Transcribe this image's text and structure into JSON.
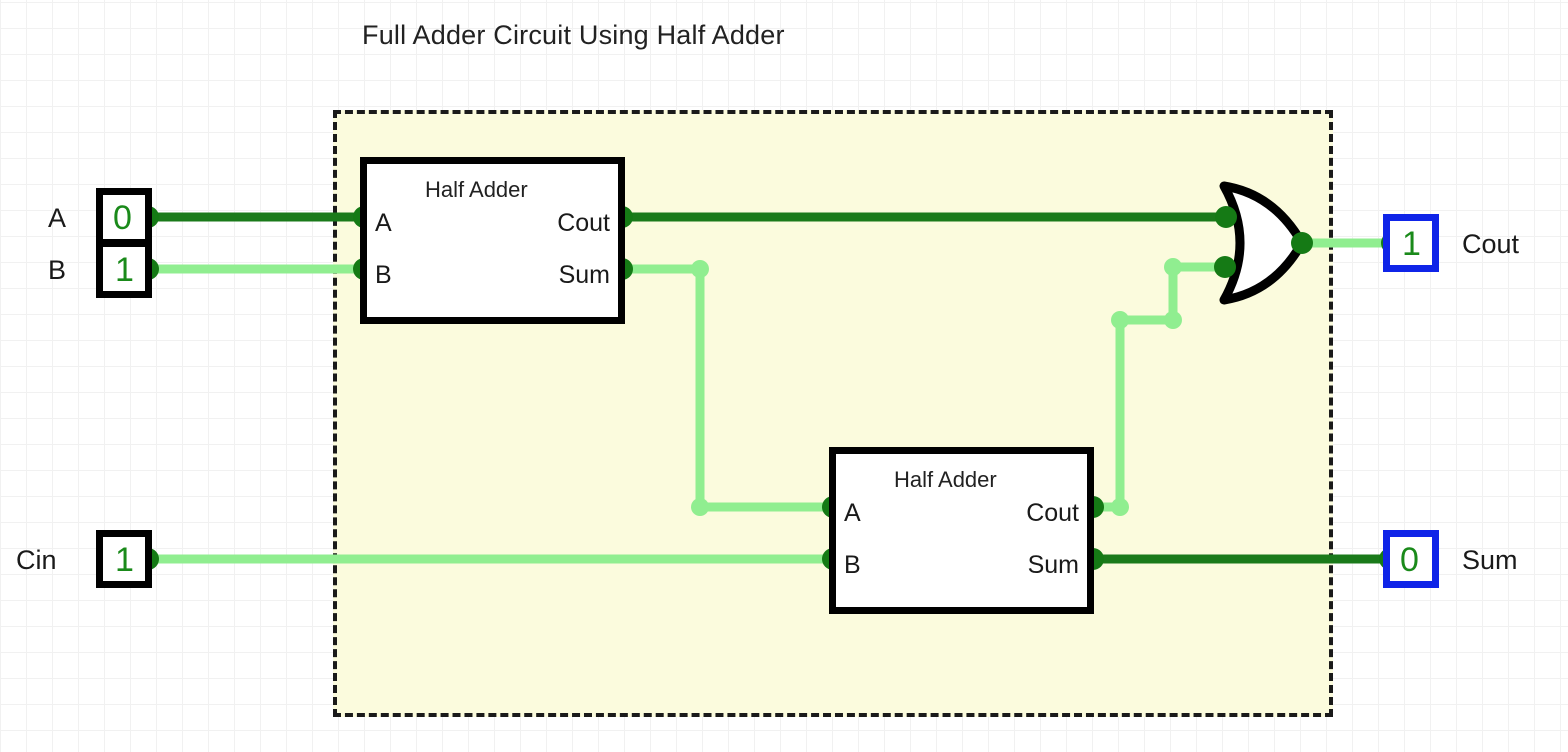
{
  "title": "Full Adder Circuit Using Half Adder",
  "colors": {
    "wire_high": "#90ee90",
    "wire_low": "#1a7a1a",
    "node_dot": "#157a15",
    "input_border": "#000000",
    "output_border": "#0f24e8",
    "digit": "#1a8a1a",
    "region_fill": "#fbfbdd",
    "region_border": "#1a1a1a",
    "gate_outline": "#000000",
    "grid": "#f1f1f1",
    "background": "#ffffff"
  },
  "inputs": [
    {
      "name": "A",
      "value": "0",
      "state": "low"
    },
    {
      "name": "B",
      "value": "1",
      "state": "high"
    },
    {
      "name": "Cin",
      "value": "1",
      "state": "high"
    }
  ],
  "outputs": [
    {
      "name": "Cout",
      "value": "1",
      "state": "high"
    },
    {
      "name": "Sum",
      "value": "0",
      "state": "low"
    }
  ],
  "blocks": [
    {
      "id": "half-adder-1",
      "title": "Half Adder",
      "inputs": [
        "A",
        "B"
      ],
      "outputs": [
        "Cout",
        "Sum"
      ]
    },
    {
      "id": "half-adder-2",
      "title": "Half Adder",
      "inputs": [
        "A",
        "B"
      ],
      "outputs": [
        "Cout",
        "Sum"
      ]
    }
  ],
  "gates": [
    {
      "id": "or-gate-1",
      "type": "OR",
      "inputs": 2,
      "output_state": "high"
    }
  ],
  "chart_data": {
    "type": "diagram",
    "title": "Full Adder Circuit Using Half Adder",
    "truth_row": {
      "A": 0,
      "B": 1,
      "Cin": 1,
      "Sum": 0,
      "Cout": 1
    },
    "nets": [
      {
        "from": "A",
        "to": "half-adder-1.A",
        "state": "low"
      },
      {
        "from": "B",
        "to": "half-adder-1.B",
        "state": "high"
      },
      {
        "from": "half-adder-1.Cout",
        "to": "or-gate-1.in1",
        "state": "low"
      },
      {
        "from": "half-adder-1.Sum",
        "to": "half-adder-2.A",
        "state": "high"
      },
      {
        "from": "Cin",
        "to": "half-adder-2.B",
        "state": "high"
      },
      {
        "from": "half-adder-2.Cout",
        "to": "or-gate-1.in2",
        "state": "high"
      },
      {
        "from": "half-adder-2.Sum",
        "to": "Sum",
        "state": "low"
      },
      {
        "from": "or-gate-1.out",
        "to": "Cout",
        "state": "high"
      }
    ]
  }
}
